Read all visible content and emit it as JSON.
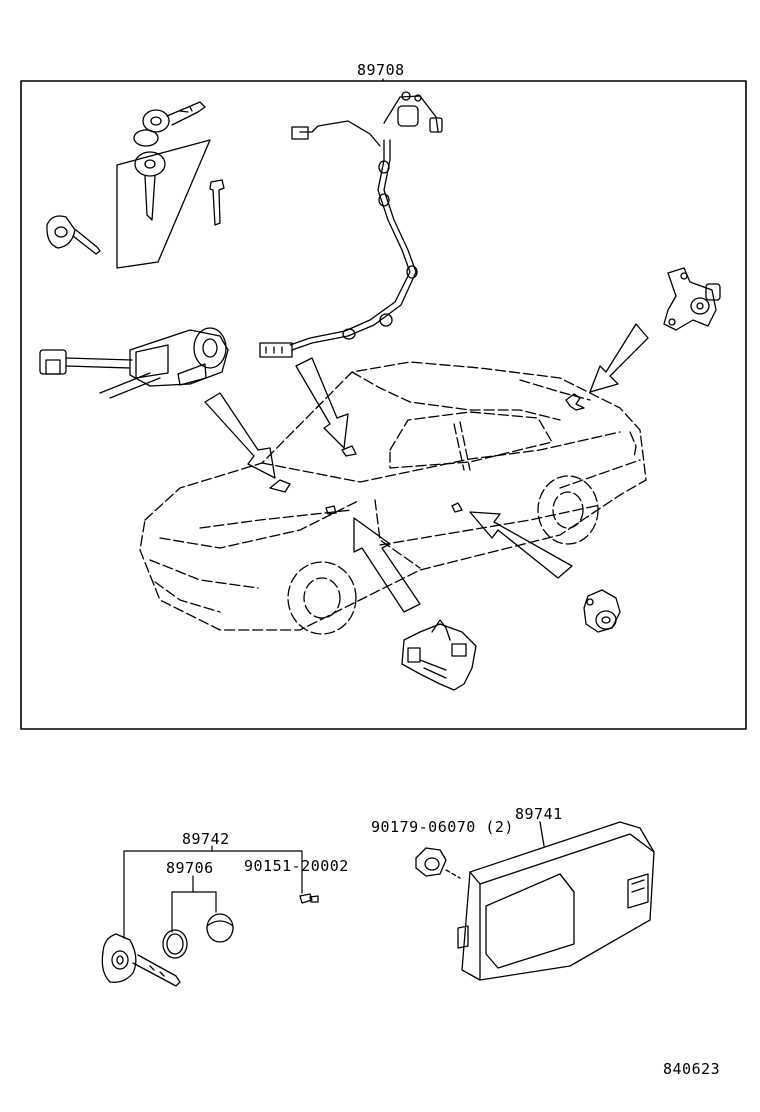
{
  "labels": {
    "assembly_top": "89708",
    "key_set": "89742",
    "transponder": "89706",
    "screw": "90151-20002",
    "ecu_bolt": "90179-06070 (2)",
    "ecu": "89741",
    "drawing_no": "840623"
  },
  "colors": {
    "line": "#000000",
    "background": "#ffffff"
  }
}
